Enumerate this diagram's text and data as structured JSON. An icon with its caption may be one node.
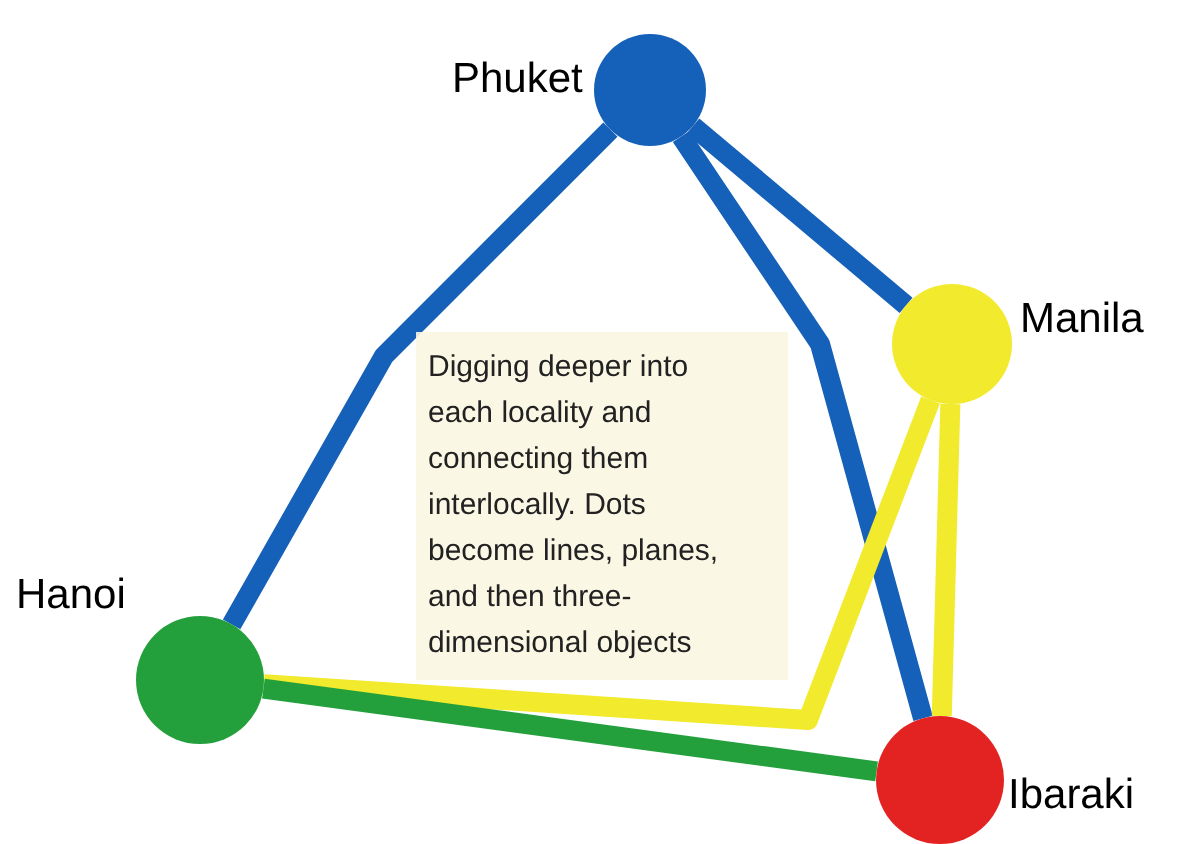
{
  "diagram": {
    "nodes": [
      {
        "text": [
          "Phuket"
        ]
      },
      {
        "text": [
          "Manila"
        ]
      },
      {
        "text": [
          "Hanoi"
        ]
      },
      {
        "text": [
          "Ibaraki"
        ]
      },
      {
        "text": [
          "Digging deeper into each locality and connecting them interlocally. Dots become lines, planes, and then three-dimensional objects"
        ]
      }
    ],
    "edges": [
      {
        "from": 0,
        "to": 2,
        "arrow": "none"
      },
      {
        "from": 0,
        "to": 3,
        "arrow": "none"
      },
      {
        "from": 0,
        "to": 1,
        "arrow": "none"
      },
      {
        "from": 2,
        "to": 1,
        "arrow": "none",
        "color": "#f2ea2c"
      },
      {
        "from": 1,
        "to": 3,
        "arrow": "none",
        "color": "#f2ea2c"
      },
      {
        "from": 2,
        "to": 3,
        "arrow": "none",
        "color": "#23a03c"
      }
    ]
  }
}
